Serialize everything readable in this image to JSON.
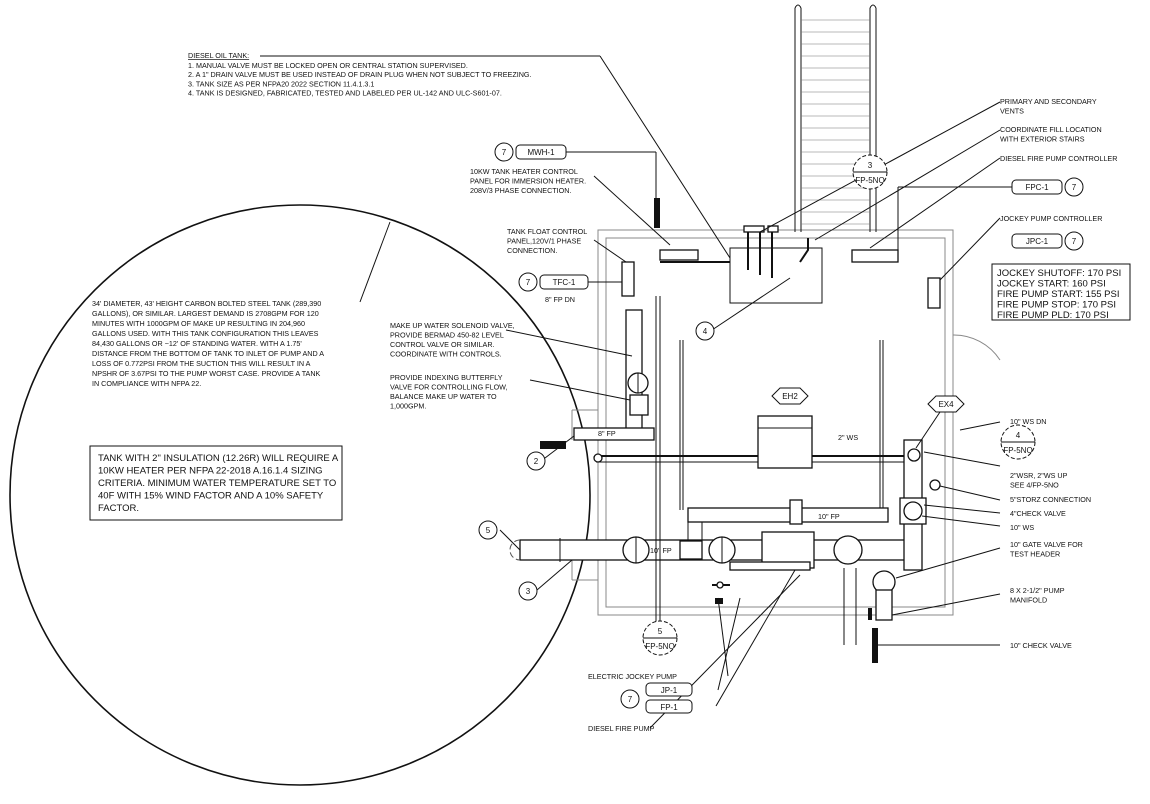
{
  "diesel_tank_notes": {
    "title": "DIESEL OIL TANK:",
    "items": [
      "1.   MANUAL VALVE MUST BE LOCKED OPEN OR CENTRAL STATION SUPERVISED.",
      "2.   A 1\" DRAIN VALVE MUST BE USED INSTEAD OF DRAIN PLUG WHEN NOT SUBJECT TO FREEZING.",
      "3.   TANK SIZE AS PER NFPA20 2022 SECTION 11.4.1.3.1",
      "4.   TANK IS DESIGNED, FABRICATED, TESTED AND LABELED PER UL-142 AND ULC-S601-07."
    ]
  },
  "tank_description": [
    "34' DIAMETER, 43' HEIGHT CARBON BOLTED STEEL TANK (289,390",
    "GALLONS), OR SIMILAR. LARGEST DEMAND IS 2708GPM FOR 120",
    "MINUTES WITH 1000GPM OF MAKE UP RESULTING IN 204,960",
    "GALLONS USED. WITH THIS TANK CONFIGURATION THIS LEAVES",
    "84,430 GALLONS OR ~12' OF STANDING WATER. WITH A 1.75'",
    "DISTANCE FROM THE BOTTOM OF TANK TO INLET OF PUMP AND A",
    "LOSS OF 0.772PSI FROM THE SUCTION THIS WILL RESULT IN A",
    "NPSHR OF 3.67PSI TO THE PUMP WORST CASE. PROVIDE A TANK",
    "IN COMPLIANCE WITH NFPA 22."
  ],
  "insulation_note": [
    "TANK WITH 2\" INSULATION (12.26R) WILL REQUIRE A",
    "10KW HEATER PER NFPA 22-2018 A.16.1.4 SIZING",
    "CRITERIA. MINIMUM WATER TEMPERATURE SET TO",
    "40F WITH 15% WIND FACTOR AND A 10% SAFETY",
    "FACTOR."
  ],
  "pressure_settings": [
    "JOCKEY SHUTOFF: 170 PSI",
    "JOCKEY START: 160 PSI",
    "FIRE PUMP START: 155 PSI",
    "FIRE PUMP STOP: 170 PSI",
    "FIRE PUMP PLD: 170 PSI"
  ],
  "callouts": {
    "heater_panel": [
      "10KW TANK HEATER CONTROL",
      "PANEL FOR IMMERSION HEATER.",
      "208V/3 PHASE CONNECTION."
    ],
    "float_panel": [
      "TANK FLOAT CONTROL",
      "PANEL,120V/1 PHASE",
      "CONNECTION."
    ],
    "fp_dn": "8\" FP DN",
    "solenoid": [
      "MAKE UP WATER SOLENOID VALVE,",
      "PROVIDE BERMAD 450-82 LEVEL",
      "CONTROL VALVE OR SIMILAR.",
      "COORDINATE WITH CONTROLS."
    ],
    "butterfly": [
      "PROVIDE INDEXING BUTTERFLY",
      "VALVE FOR CONTROLLING FLOW,",
      "BALANCE MAKE UP WATER TO",
      "1,000GPM."
    ],
    "fp8": "8\" FP",
    "ws2": "2\" WS",
    "fp10a": "10\" FP",
    "fp10b": "10\" FP",
    "vents": [
      "PRIMARY AND SECONDARY",
      "VENTS"
    ],
    "fill": [
      "COORDINATE FILL LOCATION",
      "WITH EXTERIOR STAIRS"
    ],
    "diesel_ctrl": "DIESEL FIRE PUMP CONTROLLER",
    "jockey_ctrl": "JOCKEY PUMP CONTROLLER",
    "ws_dn": "10\" WS DN",
    "wsr": [
      "2\"WSR, 2\"WS UP",
      "SEE 4/FP-5NO"
    ],
    "storz": "5\"STORZ CONNECTION",
    "check4": "4\"CHECK VALVE",
    "ws10": "10\" WS",
    "gate": [
      "10\" GATE VALVE FOR",
      "TEST HEADER"
    ],
    "manifold": [
      "8 X 2-1/2\" PUMP",
      "MANIFOLD"
    ],
    "check10": "10\" CHECK VALVE",
    "electric_jockey": "ELECTRIC JOCKEY PUMP",
    "diesel_pump": "DIESEL FIRE PUMP"
  },
  "tags": {
    "mwh": "MWH-1",
    "tfc": "TFC-1",
    "fpc": "FPC-1",
    "jpc": "JPC-1",
    "jp": "JP-1",
    "fp": "FP-1",
    "eh2": "EH2",
    "ex4": "EX4"
  },
  "keynotes": {
    "k7a": "7",
    "k7b": "7",
    "k7c": "7",
    "k7d": "7",
    "k7e": "7",
    "k4": "4",
    "k2": "2",
    "k5": "5",
    "k3": "3"
  },
  "section_markers": {
    "s3": {
      "num": "3",
      "sheet": "FP-5NO"
    },
    "s4": {
      "num": "4",
      "sheet": "FP-5NO"
    },
    "s5": {
      "num": "5",
      "sheet": "FP-5NO"
    }
  }
}
